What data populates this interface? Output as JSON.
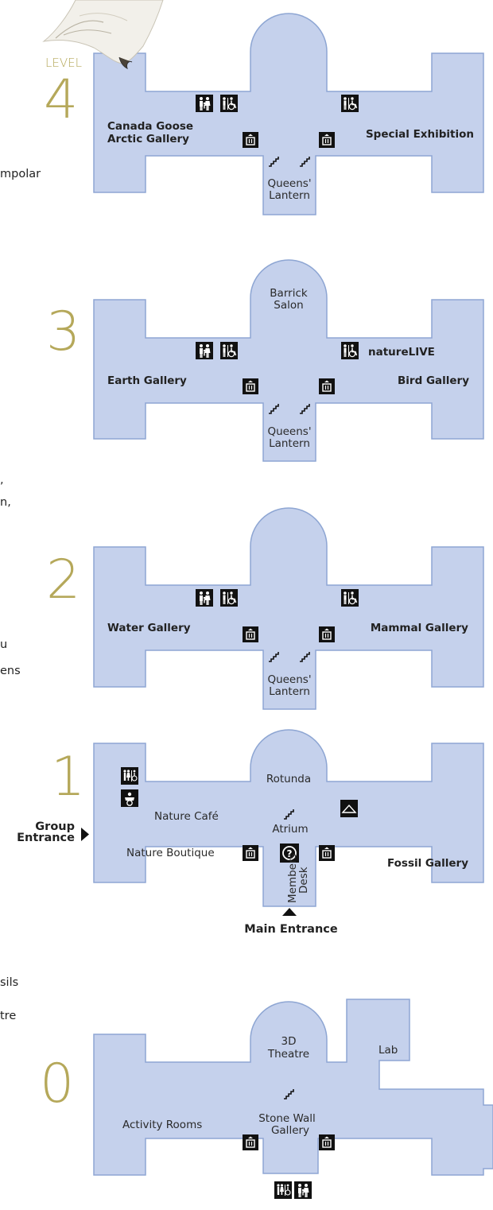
{
  "colors": {
    "floor_fill": "#c5d1ec",
    "floor_stroke": "#8ea6d3",
    "level_number": "#b5a85a",
    "icon_bg": "#111111",
    "text": "#222222"
  },
  "edge_text": {
    "l4": "mpolar",
    "l3a": ",",
    "l3b": "n,",
    "l2a": "u",
    "l2b": "ens",
    "l0a": "sils",
    "l0b": "tre"
  },
  "levels": {
    "l4": {
      "label": "LEVEL",
      "number": "4",
      "rooms": {
        "left_line1": "Canada Goose",
        "left_line2": "Arctic Gallery",
        "right": "Special Exhibition",
        "lantern_line1": "Queens'",
        "lantern_line2": "Lantern"
      }
    },
    "l3": {
      "number": "3",
      "rooms": {
        "apse_line1": "Barrick",
        "apse_line2": "Salon",
        "nature_live": "natureLIVE",
        "left": "Earth Gallery",
        "right": "Bird Gallery",
        "lantern_line1": "Queens'",
        "lantern_line2": "Lantern"
      }
    },
    "l2": {
      "number": "2",
      "rooms": {
        "left": "Water Gallery",
        "right": "Mammal Gallery",
        "lantern_line1": "Queens'",
        "lantern_line2": "Lantern"
      }
    },
    "l1": {
      "number": "1",
      "rooms": {
        "apse": "Rotunda",
        "cafe": "Nature Café",
        "atrium": "Atrium",
        "boutique": "Nature Boutique",
        "right": "Fossil Gallery",
        "desk_line1": "Members",
        "desk_line2": "Desk",
        "group_line1": "Group",
        "group_line2": "Entrance",
        "main_entrance": "Main Entrance"
      }
    },
    "l0": {
      "number": "0",
      "rooms": {
        "apse_line1": "3D",
        "apse_line2": "Theatre",
        "lab": "Lab",
        "left": "Activity Rooms",
        "stone_line1": "Stone Wall",
        "stone_line2": "Gallery"
      }
    }
  },
  "icons": [
    "family-restroom-icon",
    "accessible-restroom-icon",
    "elevator-icon",
    "stairs-icon",
    "info-icon",
    "coat-check-icon",
    "baby-change-icon",
    "owl-image"
  ]
}
